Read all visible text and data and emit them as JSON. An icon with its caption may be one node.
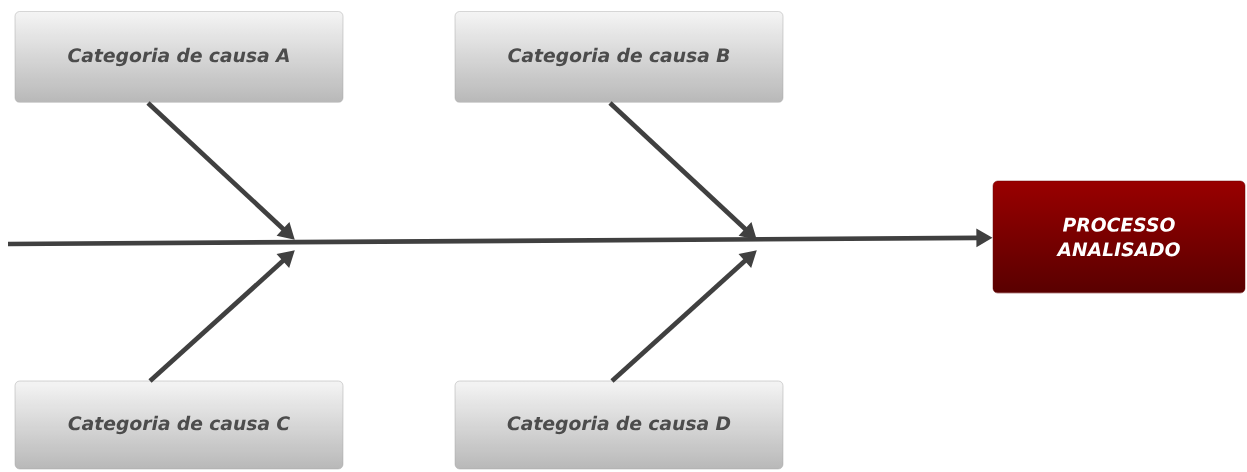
{
  "diagram": {
    "nodes": [
      {
        "text": [
          "Categoria de causa A"
        ]
      },
      {
        "text": [
          "Categoria de causa B"
        ]
      },
      {
        "text": [
          "Categoria de causa C"
        ]
      },
      {
        "text": [
          "Categoria de causa D"
        ]
      },
      {
        "text": [
          "PROCESSO ANALISADO"
        ]
      }
    ],
    "edges": [
      {
        "from": null,
        "to": 4,
        "arrow": "to"
      },
      {
        "from": 0,
        "to": null,
        "arrow": "to"
      },
      {
        "from": 1,
        "to": null,
        "arrow": "to"
      },
      {
        "from": 2,
        "to": null,
        "arrow": "to"
      },
      {
        "from": 3,
        "to": null,
        "arrow": "to"
      }
    ]
  }
}
